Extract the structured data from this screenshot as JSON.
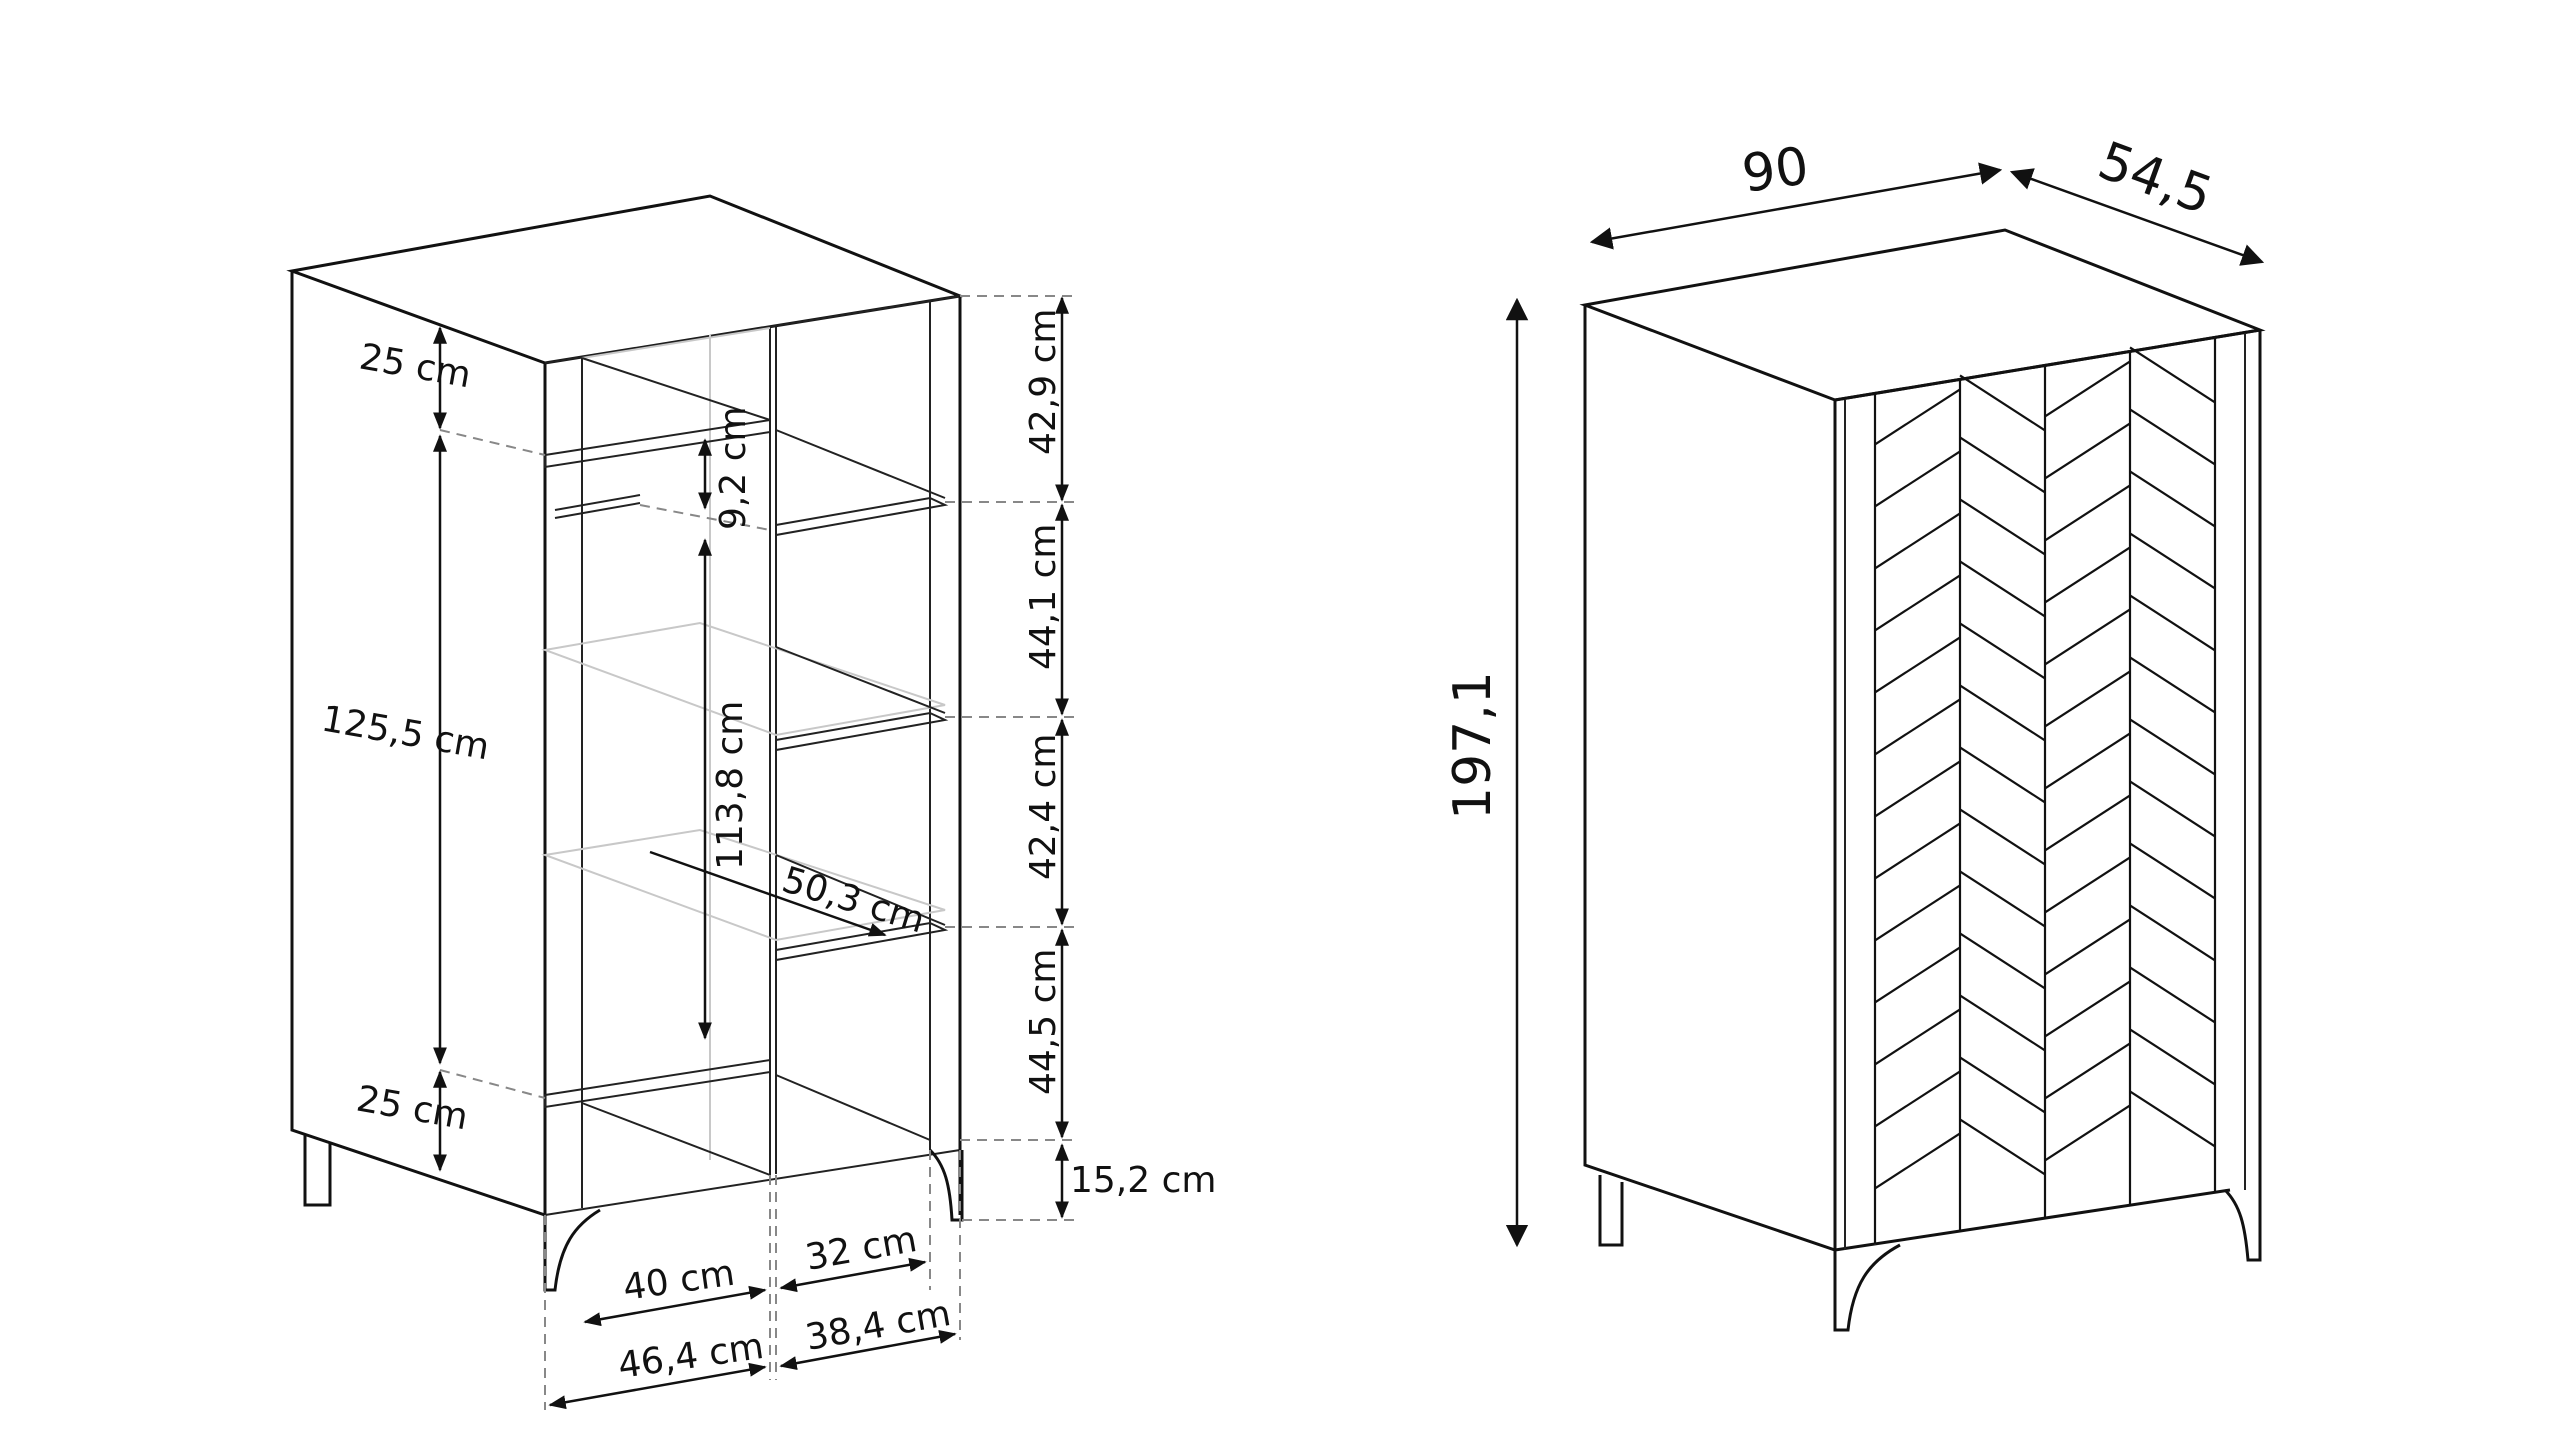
{
  "left_view": {
    "labels": {
      "top_gap": "25 cm",
      "rail_drop": "9,2 cm",
      "side_height": "125,5 cm",
      "hanging_height": "113,8 cm",
      "depth": "50,3 cm",
      "bottom_gap": "25 cm",
      "shelf1": "42,9 cm",
      "shelf2": "44,1 cm",
      "shelf3": "42,4 cm",
      "shelf4": "44,5 cm",
      "leg_height": "15,2 cm",
      "inner_left": "40 cm",
      "inner_right": "32 cm",
      "outer_left": "46,4 cm",
      "outer_right": "38,4 cm"
    }
  },
  "right_view": {
    "labels": {
      "width": "90",
      "depth": "54,5",
      "height": "197,1"
    }
  }
}
